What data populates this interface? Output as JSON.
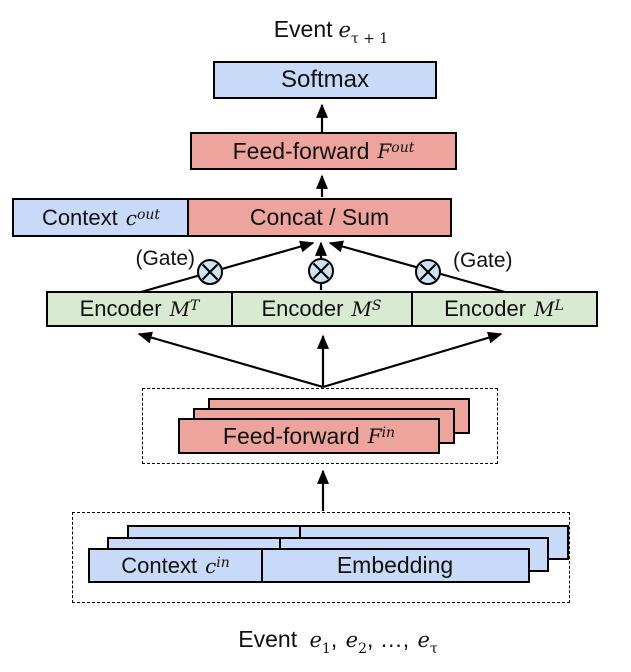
{
  "colors": {
    "box_blue": "#c9daf8",
    "box_pink": "#eca49d",
    "box_green": "#d9ead3",
    "gate_fill": "#cfe2f3",
    "outline": "#000000",
    "background": "#ffffff",
    "text": "#111111"
  },
  "top_label": {
    "prefix": "Event",
    "base": "e",
    "sub": "τ + 1"
  },
  "softmax": {
    "label": "Softmax"
  },
  "feed_forward_out": {
    "label": "Feed-forward",
    "symbol": "F",
    "sup": "out"
  },
  "context_out": {
    "label": "Context",
    "symbol": "c",
    "sup": "out"
  },
  "concat": {
    "label": "Concat / Sum"
  },
  "gates": {
    "left_label": "(Gate)",
    "right_label": "(Gate)",
    "icon": "circled-times-gate",
    "count": 3
  },
  "encoders": [
    {
      "label": "Encoder",
      "symbol": "M",
      "sup": "T"
    },
    {
      "label": "Encoder",
      "symbol": "M",
      "sup": "S"
    },
    {
      "label": "Encoder",
      "symbol": "M",
      "sup": "L"
    }
  ],
  "feed_forward_in": {
    "label": "Feed-forward",
    "symbol": "F",
    "sup": "in",
    "stack_count": 3
  },
  "input_stack": {
    "stack_count": 3,
    "context": {
      "label": "Context",
      "symbol": "c",
      "sup": "in"
    },
    "embedding": {
      "label": "Embedding"
    }
  },
  "bottom_label": {
    "prefix": "Event",
    "terms": [
      {
        "base": "e",
        "sub": "1"
      },
      {
        "base": "e",
        "sub": "2"
      },
      {
        "base": "e",
        "sub": "τ"
      }
    ],
    "seps": [
      ",",
      ", …,"
    ]
  }
}
